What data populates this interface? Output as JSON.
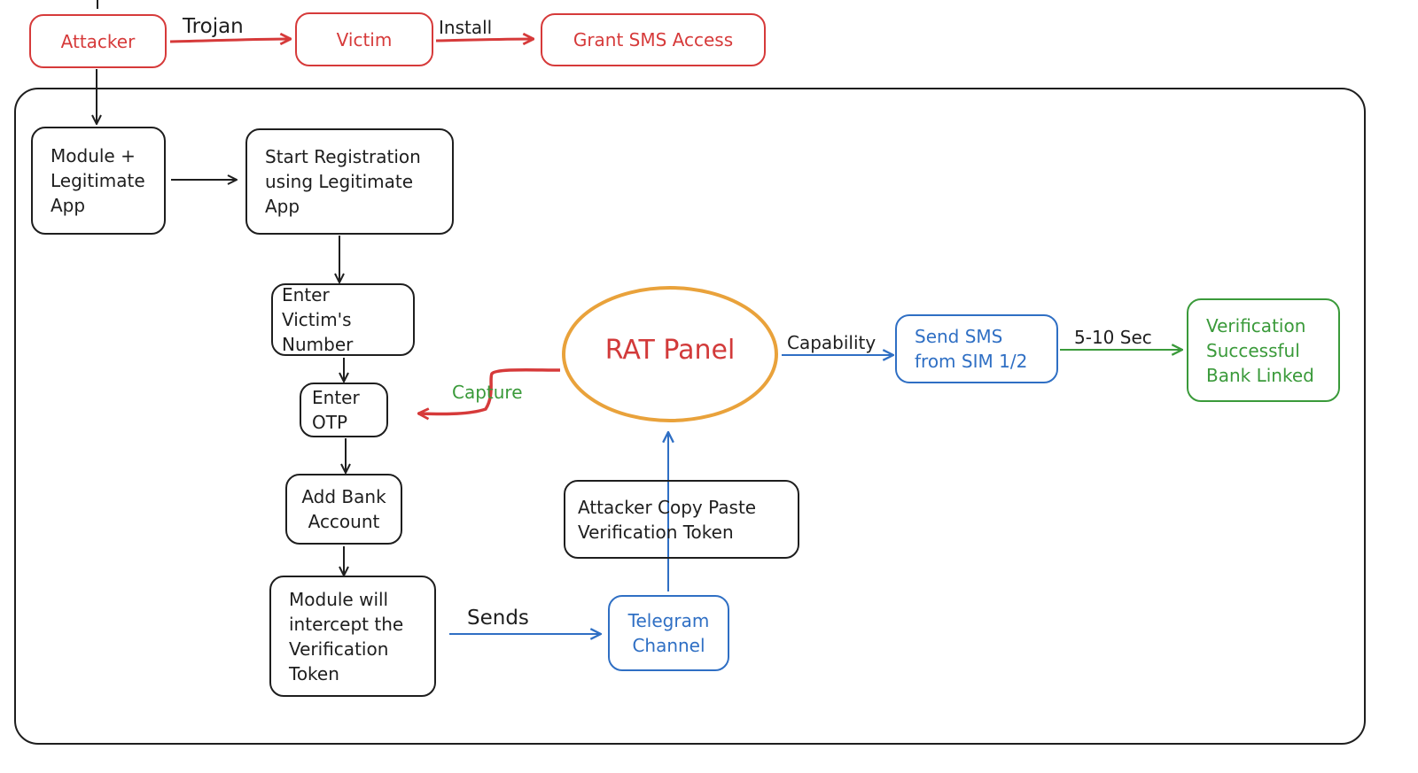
{
  "colors": {
    "ink": "#1e1e1e",
    "red": "#d63a3a",
    "blue": "#2f6fc4",
    "green": "#3a9a3a",
    "orange": "#e9a23b"
  },
  "nodes": {
    "attacker": "Attacker",
    "victim": "Victim",
    "grant_sms": "Grant SMS Access",
    "module_app": "Module +\nLegitimate\nApp",
    "start_registration": "Start Registration\nusing Legitimate\nApp",
    "enter_number": "Enter Victim's\nNumber",
    "enter_otp": "Enter\nOTP",
    "add_bank": "Add Bank\nAccount",
    "module_intercept": "Module will\nintercept the\nVerification\nToken",
    "telegram": "Telegram\nChannel",
    "copy_paste": "Attacker Copy Paste\nVerification Token",
    "rat_panel": "RAT Panel",
    "send_sms": "Send SMS\nfrom SIM 1/2",
    "verification": "Verification\nSuccessful\nBank Linked"
  },
  "edges": {
    "trojan": "Trojan",
    "install": "Install",
    "capture": "Capture",
    "sends": "Sends",
    "capability": "Capability",
    "delay": "5-10 Sec"
  }
}
